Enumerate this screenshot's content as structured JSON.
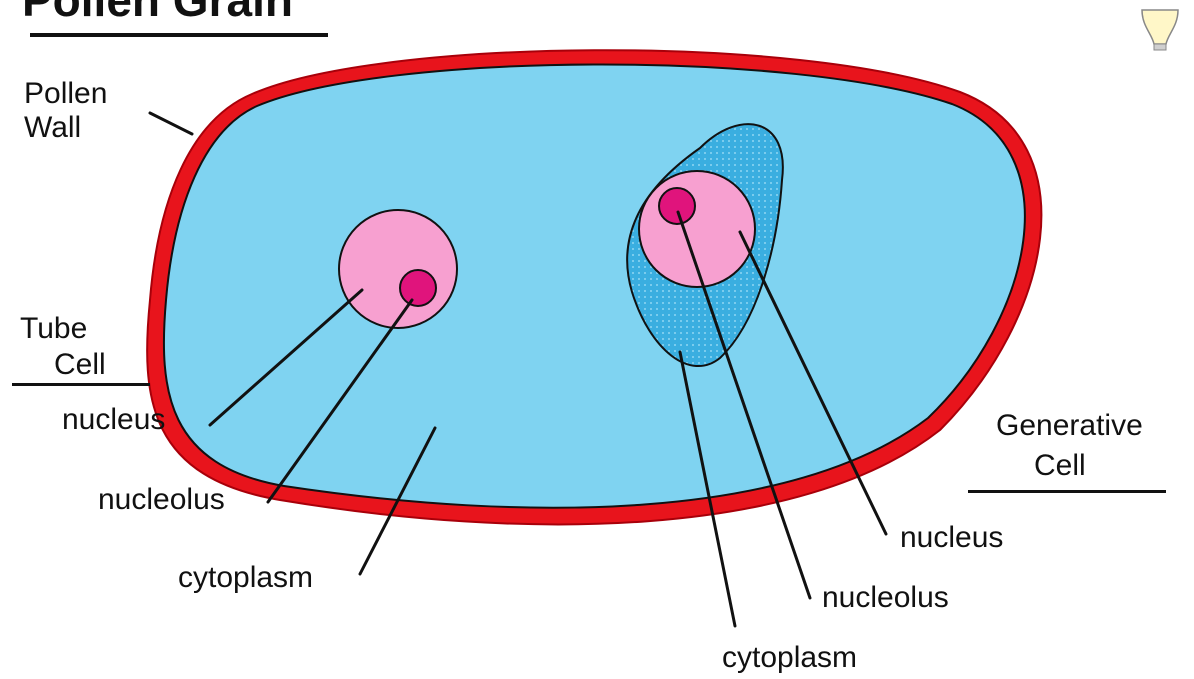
{
  "title": "Pollen Grain",
  "labels": {
    "pollen_wall_1": "Pollen",
    "pollen_wall_2": "Wall",
    "tube_cell_1": "Tube",
    "tube_cell_2": "Cell",
    "tube_nucleus": "nucleus",
    "tube_nucleolus": "nucleolus",
    "tube_cytoplasm": "cytoplasm",
    "generative_cell_1": "Generative",
    "generative_cell_2": "Cell",
    "gen_nucleus": "nucleus",
    "gen_nucleolus": "nucleolus",
    "gen_cytoplasm": "cytoplasm"
  },
  "colors": {
    "wall": "#e8141c",
    "cytoplasm": "#7fd3f1",
    "generative_cytoplasm": "#3aaee0",
    "nucleus": "#f7a0d0",
    "nucleolus": "#e0147c",
    "outline": "#111111"
  },
  "icons": {
    "hint": "lightbulb-icon"
  }
}
